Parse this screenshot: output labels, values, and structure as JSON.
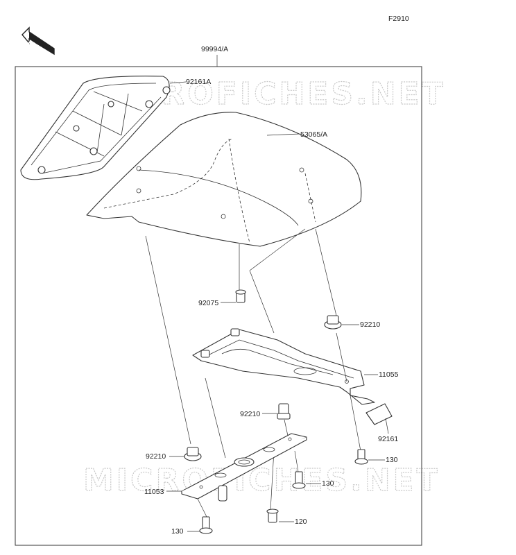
{
  "figure_code": "F2910",
  "front_arrow": "FRONT",
  "assembly_label": "99994/A",
  "watermark_top": "MICROFICHES.NET",
  "watermark_bottom": "MICROFICHES.NET",
  "parts": {
    "p92161A": "92161A",
    "p53065A": "53065/A",
    "p92075": "92075",
    "p92210_a": "92210",
    "p11055": "11055",
    "p92210_b": "92210",
    "p92161": "92161",
    "p92210_c": "92210",
    "p130_a": "130",
    "p11053": "11053",
    "p130_b": "130",
    "p130_c": "130",
    "p120": "120"
  }
}
